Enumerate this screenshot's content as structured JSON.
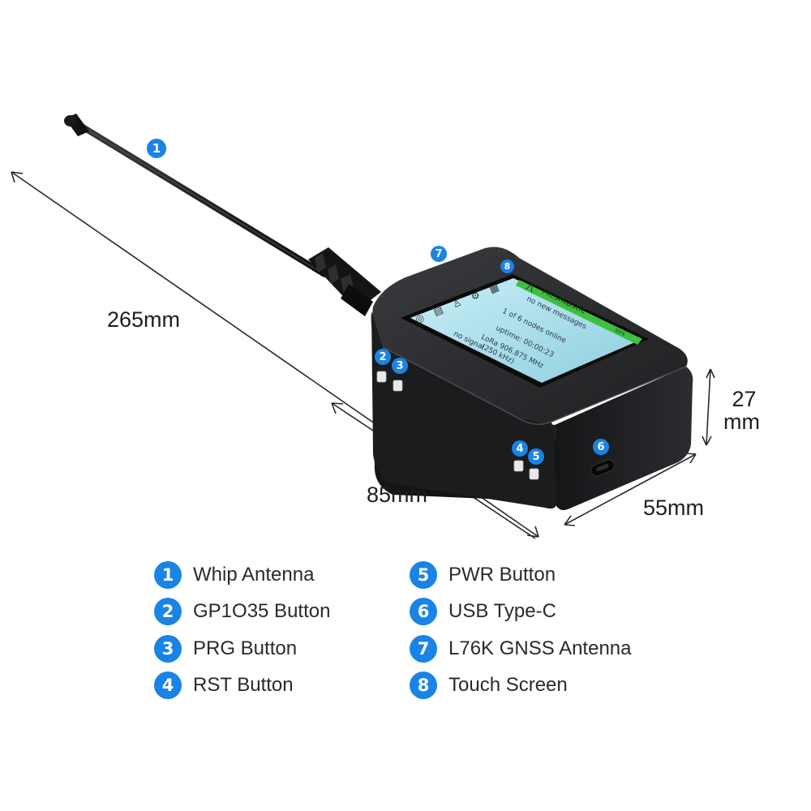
{
  "dimensions": {
    "length_total": "265mm",
    "length_body": "85mm",
    "width": "55mm",
    "height_value": "27",
    "height_unit": "mm"
  },
  "callouts": [
    "1",
    "2",
    "3",
    "4",
    "5",
    "6",
    "7",
    "8"
  ],
  "screen": {
    "app_name": "Meshtastic",
    "battery": "85%",
    "messages": "no new messages",
    "nodes": "1 of 6 nodes online",
    "uptime": "uptime: 00:00:23",
    "lora": "LoRa 906.875 MHz",
    "bandwidth": "(250 kHz)",
    "signal": "no signal"
  },
  "legend": {
    "left": [
      {
        "num": "1",
        "label": "Whip Antenna"
      },
      {
        "num": "2",
        "label": "GP1O35 Button"
      },
      {
        "num": "3",
        "label": "PRG Button"
      },
      {
        "num": "4",
        "label": "RST Button"
      }
    ],
    "right": [
      {
        "num": "5",
        "label": "PWR Button"
      },
      {
        "num": "6",
        "label": "USB Type-C"
      },
      {
        "num": "7",
        "label": "L76K GNSS Antenna"
      },
      {
        "num": "8",
        "label": "Touch Screen"
      }
    ]
  },
  "colors": {
    "badge": "#1a83e6",
    "device_body": "#1b1c1e",
    "screen_bg": "#a7d9e6",
    "screen_header": "#3fbf3f"
  }
}
